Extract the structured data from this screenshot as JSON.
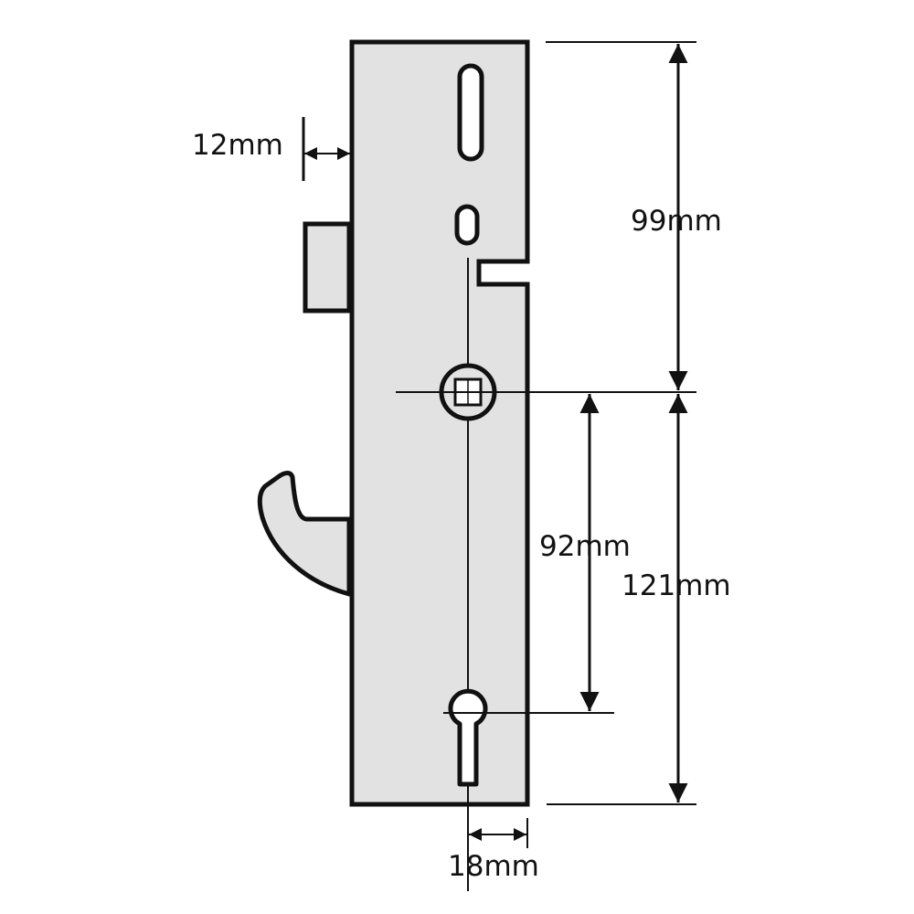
{
  "colors": {
    "faceplate_fill": "#e2e2e2",
    "outline": "#111111",
    "background": "#ffffff"
  },
  "dimensions": {
    "backset": "12mm",
    "top_to_follower": "99mm",
    "centre_to_centre": "92mm",
    "follower_to_bottom": "121mm",
    "faceplate_width": "18mm"
  }
}
